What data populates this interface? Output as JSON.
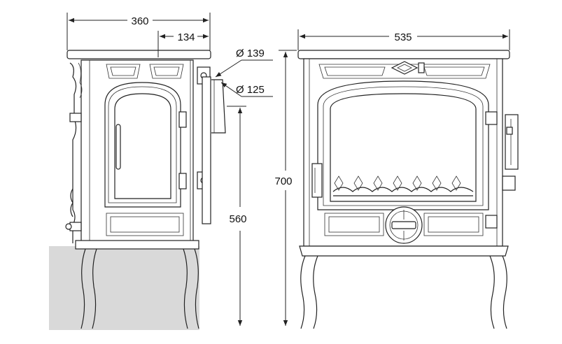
{
  "dimensions": {
    "side_depth": "360",
    "flue_offset": "134",
    "flue_outer_diameter": "Ø 139",
    "flue_inner_diameter": "Ø 125",
    "flue_height": "560",
    "front_width": "535",
    "total_height": "700"
  }
}
